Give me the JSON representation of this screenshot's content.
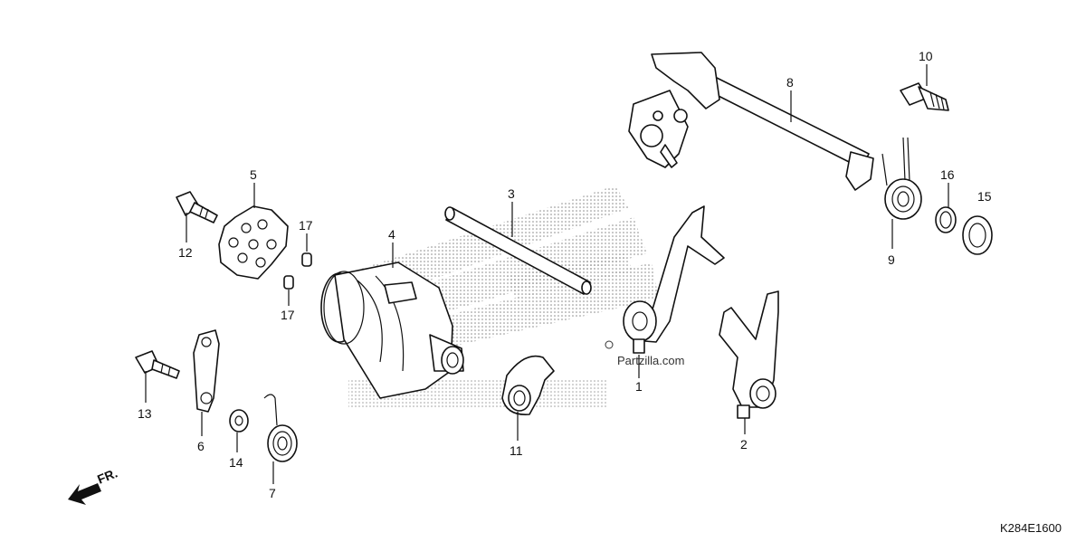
{
  "diagram": {
    "labels": {
      "p1": "1",
      "p2": "2",
      "p3": "3",
      "p4": "4",
      "p5": "5",
      "p6": "6",
      "p7": "7",
      "p8": "8",
      "p9": "9",
      "p10": "10",
      "p11": "11",
      "p12": "12",
      "p13": "13",
      "p14": "14",
      "p15": "15",
      "p16": "16",
      "p17a": "17",
      "p17b": "17"
    },
    "watermark": "Partzilla.com",
    "front_arrow": "FR.",
    "figure_code": "K284E1600"
  }
}
